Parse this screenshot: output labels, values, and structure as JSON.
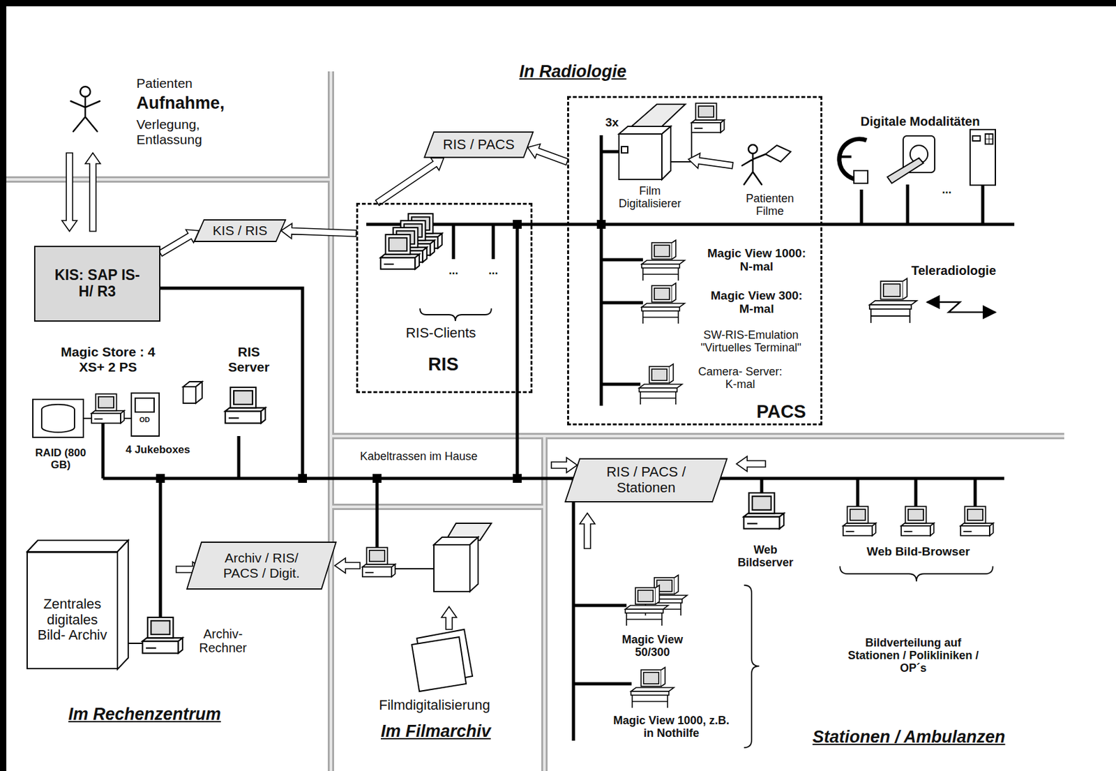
{
  "diagram": {
    "nodes": [
      {
        "text": [
          "KIS: SAP IS-H/ R3"
        ]
      },
      {
        "text": [
          "KIS / RIS"
        ]
      },
      {
        "text": [
          "RIS / PACS"
        ]
      },
      {
        "text": [
          "RIS-Clients",
          "RIS"
        ]
      },
      {
        "text": [
          "PACS"
        ]
      },
      {
        "text": [
          "Zentrales digitales Bild- Archiv"
        ]
      },
      {
        "text": [
          "Archiv / RIS/ PACS / Digit."
        ]
      },
      {
        "text": [
          "RIS / PACS / Stationen"
        ]
      }
    ],
    "edges": [
      {
        "from": 0,
        "to": 1,
        "arrow": "to"
      },
      {
        "from": 3,
        "to": 1,
        "arrow": "to"
      },
      {
        "from": 3,
        "to": 2,
        "arrow": "to"
      },
      {
        "from": 4,
        "to": 2,
        "arrow": "to"
      }
    ],
    "labels": [
      "In Radiologie",
      "Patienten",
      "Aufnahme,",
      "Verlegung, Entlassung",
      "3x",
      "Film Digitalisierer",
      "Patienten Filme",
      "Digitale Modalitäten",
      "...",
      "...",
      "...",
      "Magic View 1000: N-mal",
      "Magic View 300: M-mal",
      "SW-RIS-Emulation \"Virtuelles Terminal\"",
      "Camera- Server: K-mal",
      "Teleradiologie",
      "Magic Store : 4 XS+ 2 PS",
      "RIS Server",
      "RAID (800 GB)",
      "4 Jukeboxes",
      "OD",
      "Archiv- Rechner",
      "Kabeltrassen im Hause",
      "Filmdigitalisierung",
      "Im Filmarchiv",
      "Web Bildserver",
      "Web Bild-Browser",
      "Magic View 50/300",
      "Magic View 1000, z.B. in Nothilfe",
      "Bildverteilung auf Stationen / Polikliniken / OP´s",
      "Im Rechenzentrum",
      "Stationen / Ambulanzen"
    ]
  }
}
